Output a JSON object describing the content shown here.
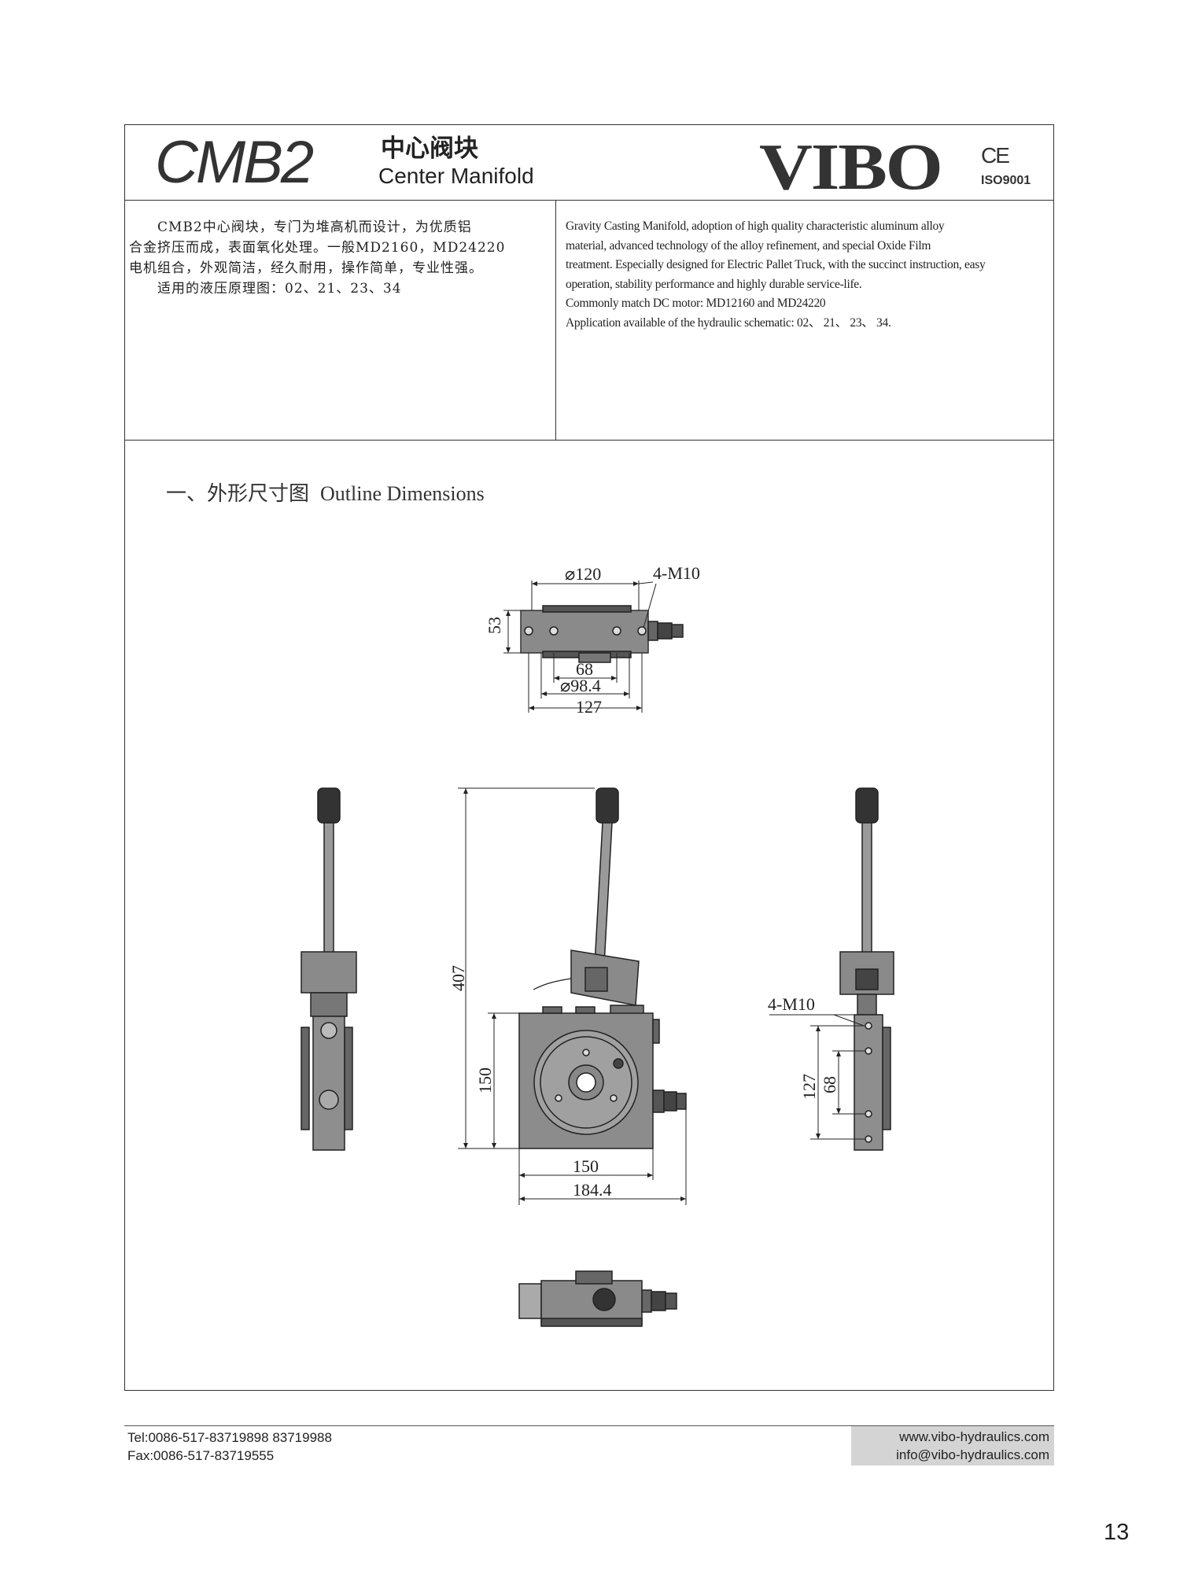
{
  "header": {
    "model": "CMB2",
    "title_cn": "中心阀块",
    "title_en": "Center Manifold",
    "brand": "VIBO",
    "ce": "CE",
    "iso": "ISO9001"
  },
  "description": {
    "cn": [
      "　　CMB2中心阀块，专门为堆高机而设计，为优质铝",
      "合金挤压而成，表面氧化处理。一般MD2160，MD24220",
      "电机组合，外观简洁，经久耐用，操作简单，专业性强。",
      "　　适用的液压原理图：02、21、23、34"
    ],
    "en": [
      "Gravity Casting Manifold, adoption of high quality characteristic aluminum alloy",
      "material, advanced technology of the alloy refinement, and special Oxide Film",
      "treatment. Especially designed for Electric Pallet Truck, with the succinct instruction, easy",
      "operation, stability performance and highly durable service-life.",
      "Commonly match DC motor: MD12160 and MD24220",
      "Application available of the hydraulic schematic: 02、 21、 23、 34."
    ]
  },
  "section": {
    "title_cn": "一、外形尺寸图",
    "title_en": "Outline Dimensions"
  },
  "dimensions": {
    "top_diameter": "⌀120",
    "top_thread": "4-M10",
    "top_height": "53",
    "top_68": "68",
    "top_diameter_984": "⌀98.4",
    "top_127": "127",
    "front_height": "407",
    "front_150_v": "150",
    "front_150_h": "150",
    "front_184": "184.4",
    "side_thread": "4-M10",
    "side_127": "127",
    "side_68": "68"
  },
  "footer": {
    "tel": "Tel:0086-517-83719898  83719988",
    "fax": "Fax:0086-517-83719555",
    "web": "www.vibo-hydraulics.com",
    "email": "info@vibo-hydraulics.com",
    "page": "13"
  }
}
